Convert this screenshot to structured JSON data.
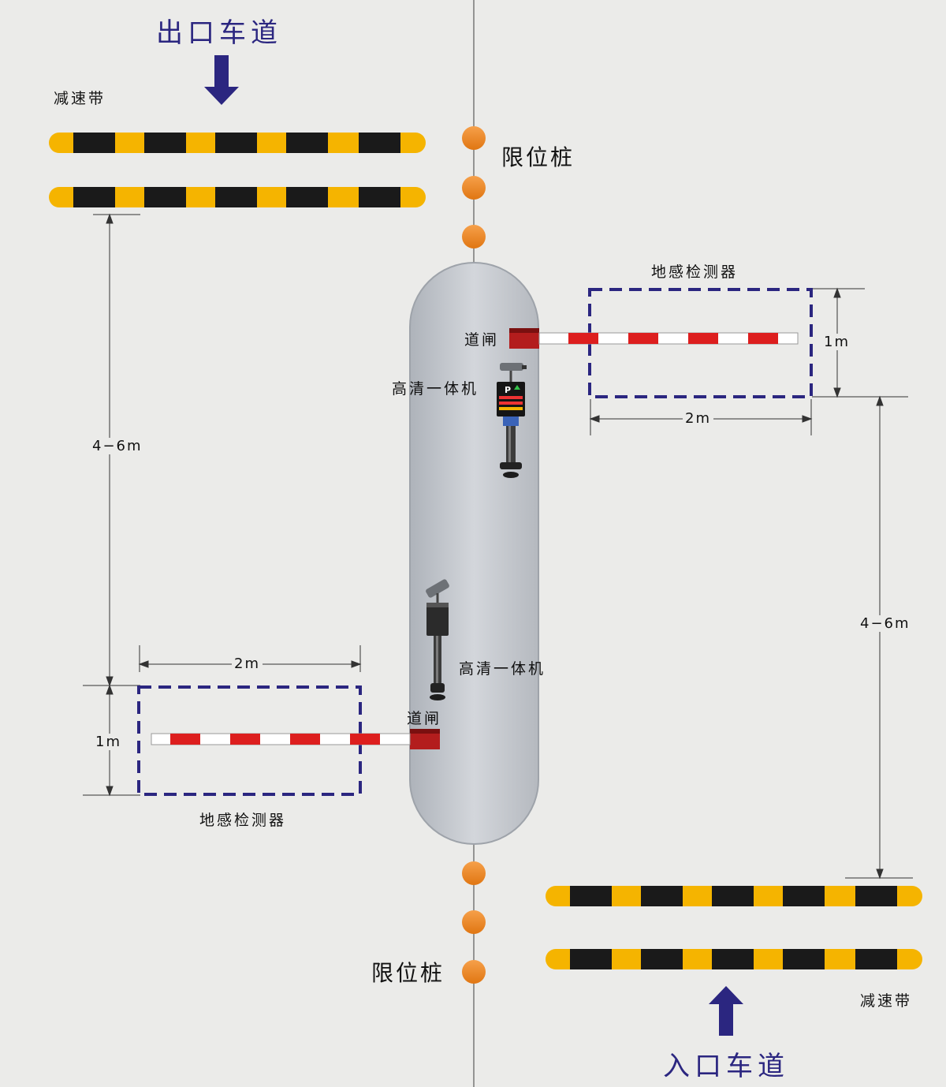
{
  "labels": {
    "exit_lane": "出口车道",
    "entry_lane": "入口车道",
    "speed_bump": "减速带",
    "limit_post": "限位桩",
    "loop_detector": "地感检测器",
    "barrier_gate": "道闸",
    "hd_camera": "高清一体机",
    "dist_4_6m": "4−6m",
    "dist_2m": "2m",
    "dist_1m": "1m"
  },
  "colors": {
    "background": "#ebebe9",
    "lane_text": "#2b2680",
    "arrow": "#2b2680",
    "bump_yellow": "#f5b400",
    "bump_black": "#1a1a1a",
    "post": "#ee8420",
    "island": "#c3c7cd",
    "detector_border": "#2b2680",
    "barrier_red": "#dd1e1e",
    "gate_housing": "#b31d1d"
  },
  "icons": {
    "exit_arrow": "arrow-down-icon",
    "entry_arrow": "arrow-up-icon",
    "camera": "camera-icon"
  }
}
